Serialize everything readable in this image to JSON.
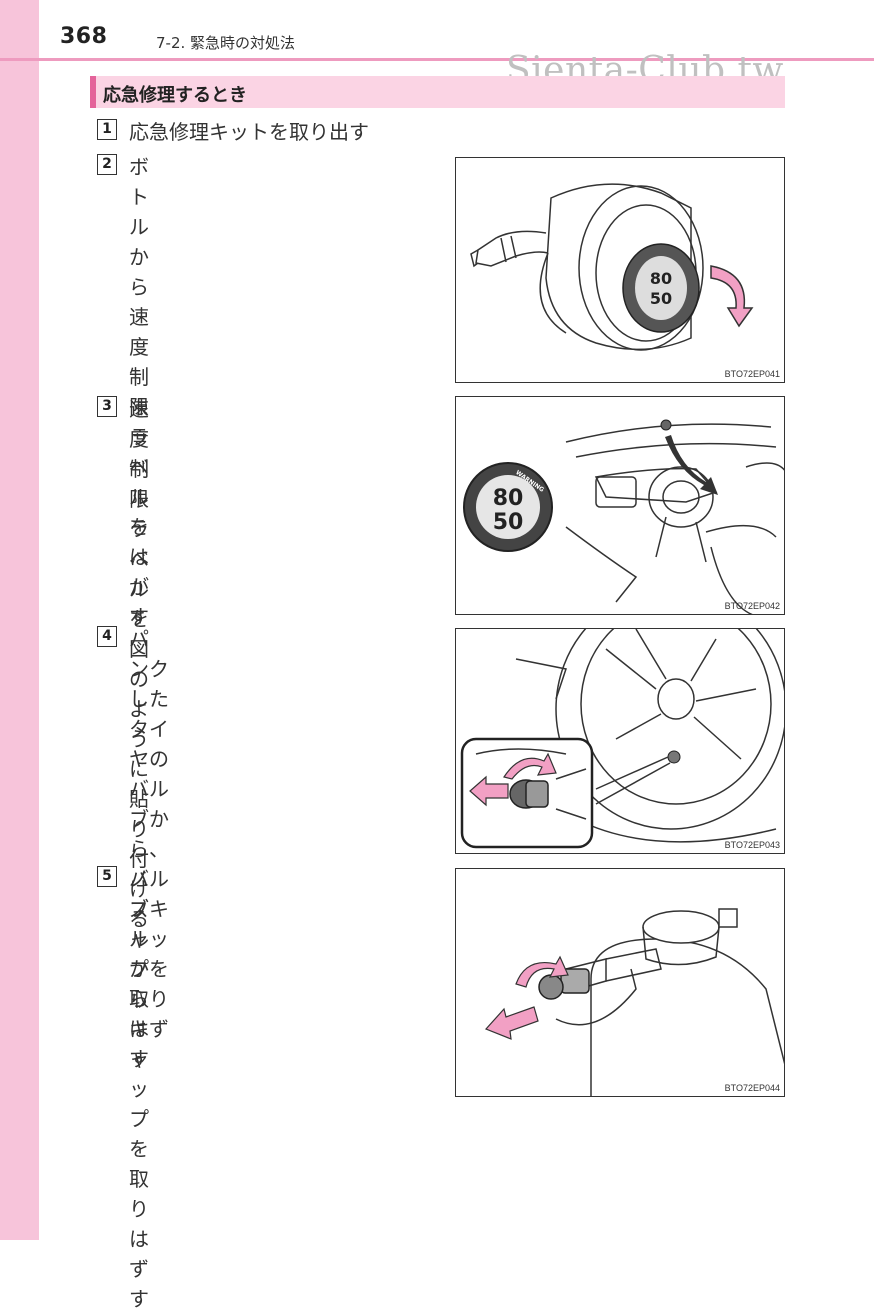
{
  "header": {
    "page_number": "368",
    "chapter": "7-2. 緊急時の対処法",
    "watermark": "Sienta-Club.tw"
  },
  "section": {
    "title": "応急修理するとき"
  },
  "steps": [
    {
      "num": "1",
      "text": "応急修理キットを取り出す"
    },
    {
      "num": "2",
      "text": "ボトルから速度制限ラベルをはがす",
      "line1": "ボトルから速度制限ラベルをは",
      "line2": "がす"
    },
    {
      "num": "3",
      "text": "速度制限ラベルを図のように貼り付ける",
      "line1": "速度制限ラベルを図のように貼",
      "line2": "り付ける"
    },
    {
      "num": "4",
      "text": "パンクしたタイヤのバルブから、バルブキャップを取りはずす",
      "line1": "パンクしたタイヤのバルブから、",
      "line2": "バルブキャップを取りはずす"
    },
    {
      "num": "5",
      "text": "ノズルからキャップを取りはずす",
      "line1": "ノズルからキャップを取りはず",
      "line2": "す"
    }
  ],
  "figures": [
    {
      "id": "BTO72EP041"
    },
    {
      "id": "BTO72EP042"
    },
    {
      "id": "BTO72EP043"
    },
    {
      "id": "BTO72EP044"
    }
  ],
  "label_text": {
    "top": "WARNING",
    "upper_value": "80",
    "lower_value": "50"
  },
  "colors": {
    "accent_pink": "#e4639a",
    "heading_bg": "#fbd4e4",
    "side_strip": "#f7c4da",
    "arrow_pink": "#f2a0c4"
  },
  "icons": [
    "curved-arrow-icon",
    "pull-arrow-icon"
  ]
}
